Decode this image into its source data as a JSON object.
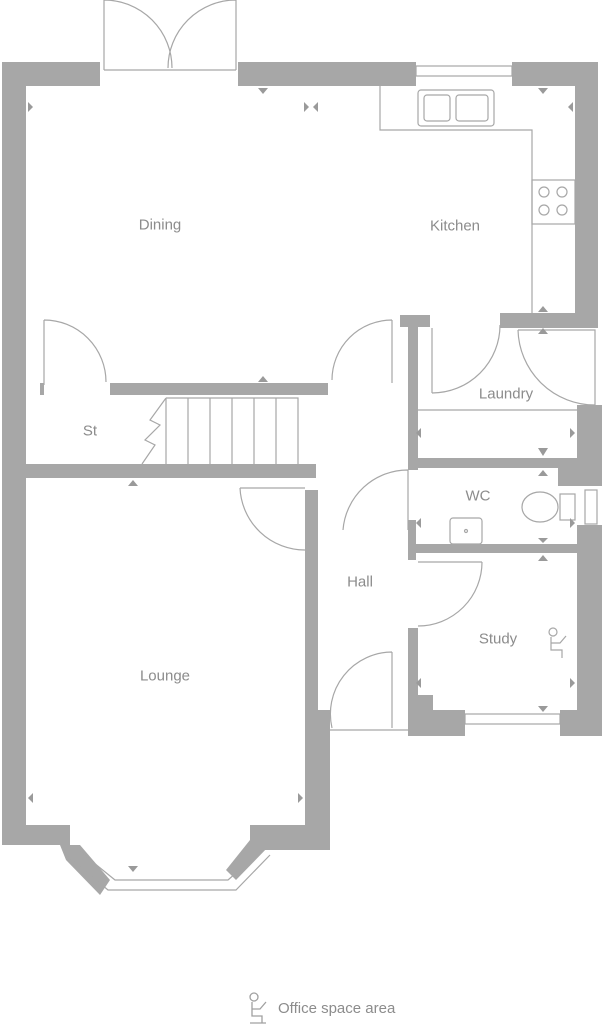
{
  "rooms": {
    "dining": "Dining",
    "kitchen": "Kitchen",
    "store": "St",
    "laundry": "Laundry",
    "wc": "WC",
    "hall": "Hall",
    "study": "Study",
    "lounge": "Lounge"
  },
  "legend": {
    "icon": "person-at-desk-icon",
    "label": "Office space area"
  },
  "colors": {
    "wall": "#a7a7a7",
    "text": "#8c8c8c"
  }
}
